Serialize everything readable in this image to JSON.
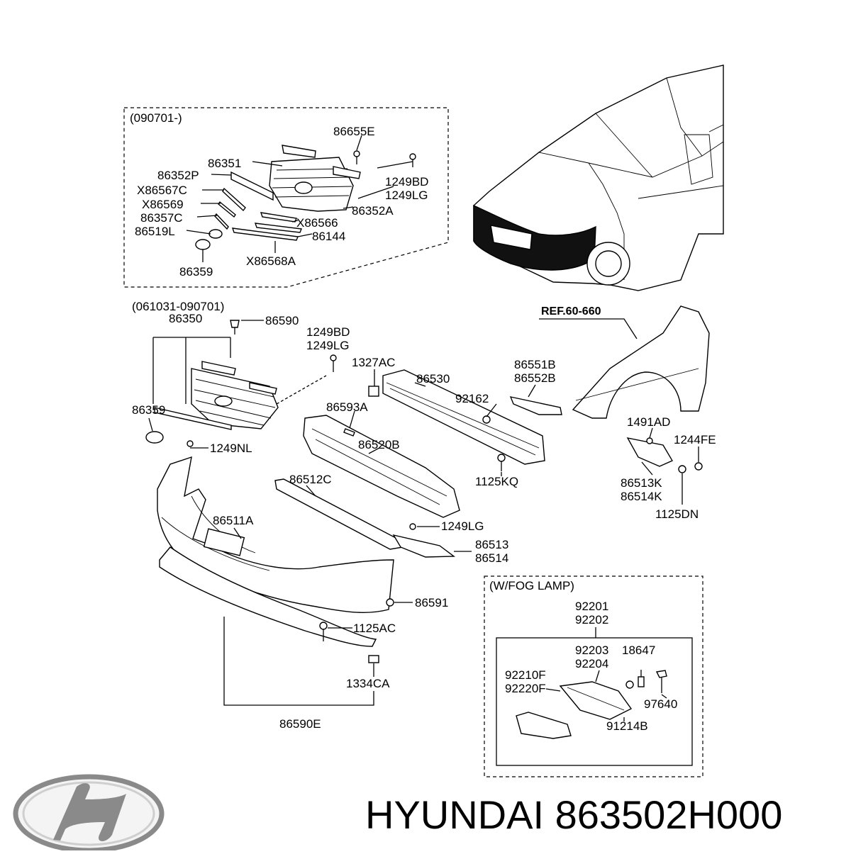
{
  "groups": {
    "grille_new": "(090701-)",
    "grille_old": "(061031-090701)",
    "fog_lamp": "(W/FOG LAMP)",
    "fender_ref": "REF.60-660"
  },
  "labels": [
    "86655E",
    "86351",
    "86352P",
    "X86567C",
    "X86569",
    "86357C",
    "86519L",
    "86359",
    "1249BD",
    "1249LG",
    "86352A",
    "X86566",
    "86144",
    "X86568A",
    "86350",
    "86590",
    "1249BD",
    "1249LG",
    "86359",
    "1249NL",
    "1327AC",
    "86530",
    "86551B",
    "86552B",
    "92162",
    "86593A",
    "86520B",
    "1125KQ",
    "1491AD",
    "1244FE",
    "86513K",
    "86514K",
    "1125DN",
    "86512C",
    "86511A",
    "1249LG",
    "86513",
    "86514",
    "86591",
    "1125AC",
    "1334CA",
    "86590E",
    "92201",
    "92202",
    "92203",
    "92204",
    "18647",
    "92210F",
    "92220F",
    "97640",
    "91214B"
  ],
  "brand": {
    "name": "HYUNDAI",
    "part_number": "863502H000",
    "logo": "hyundai-logo"
  },
  "colors": {
    "line": "#000000",
    "background": "#ffffff",
    "logo": "#8a8a8a"
  }
}
